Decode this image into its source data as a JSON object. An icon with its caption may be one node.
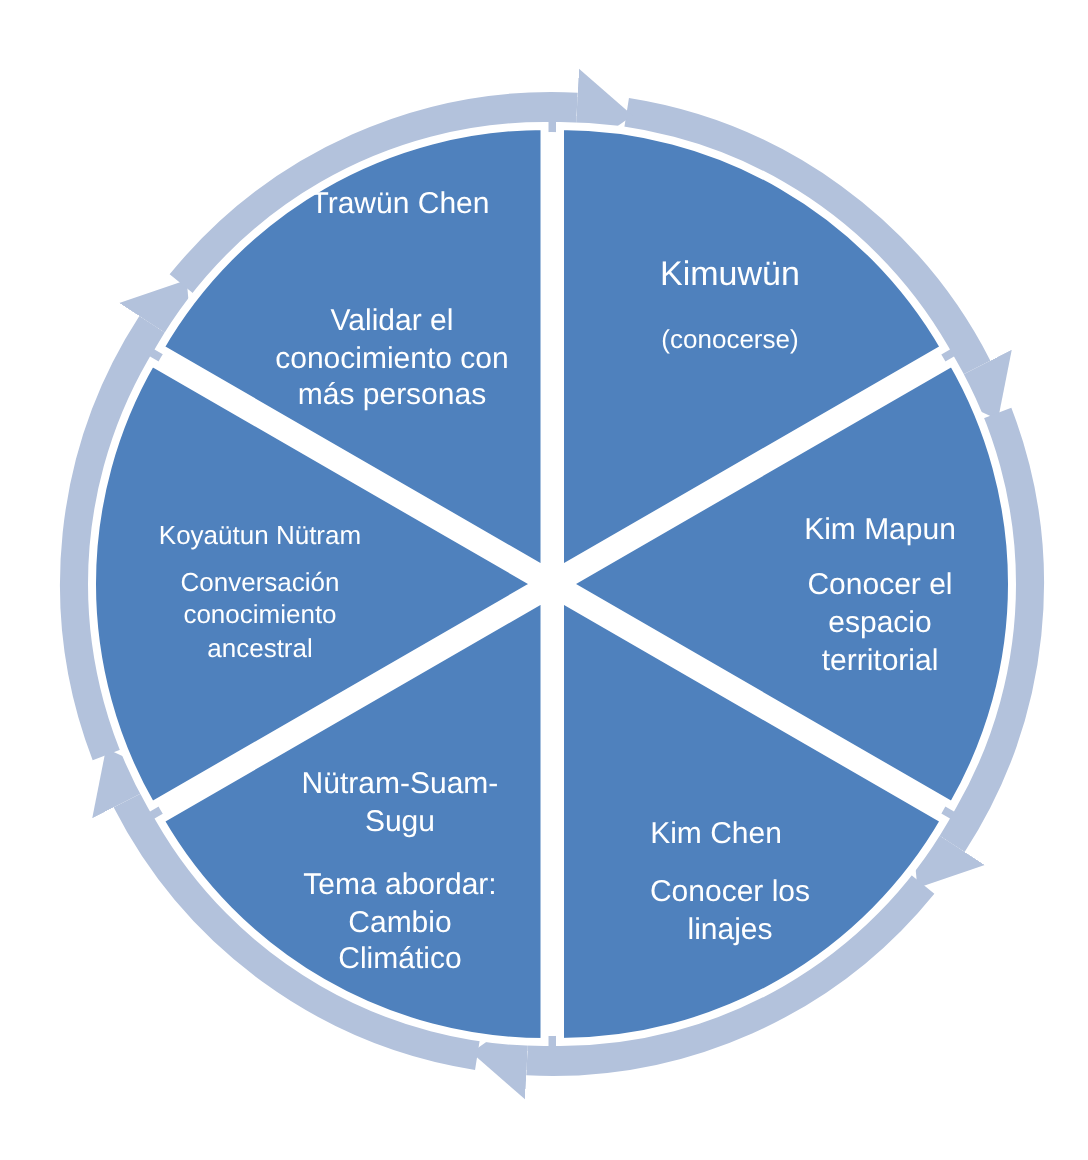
{
  "diagram": {
    "nodes": [
      {
        "text": [
          "Kimuwün",
          "(conocerse)"
        ]
      },
      {
        "text": [
          "Kim Mapun",
          "Conocer el espacio territorial"
        ]
      },
      {
        "text": [
          "Kim Chen",
          "Conocer los linajes"
        ]
      },
      {
        "text": [
          "Nütram-Suam-Sugu",
          "Tema abordar: Cambio Climático"
        ]
      },
      {
        "text": [
          "Koyaütun Nütram",
          "Conversación conocimiento ancestral"
        ]
      },
      {
        "text": [
          "Trawün Chen",
          "Validar el conocimiento con más personas"
        ]
      }
    ],
    "edges": [
      {
        "from": 0,
        "to": 1,
        "arrow": "to"
      },
      {
        "from": 1,
        "to": 2,
        "arrow": "to"
      },
      {
        "from": 2,
        "to": 3,
        "arrow": "to"
      },
      {
        "from": 3,
        "to": 4,
        "arrow": "to"
      },
      {
        "from": 4,
        "to": 5,
        "arrow": "to"
      },
      {
        "from": 5,
        "to": 0,
        "arrow": "to"
      }
    ]
  }
}
